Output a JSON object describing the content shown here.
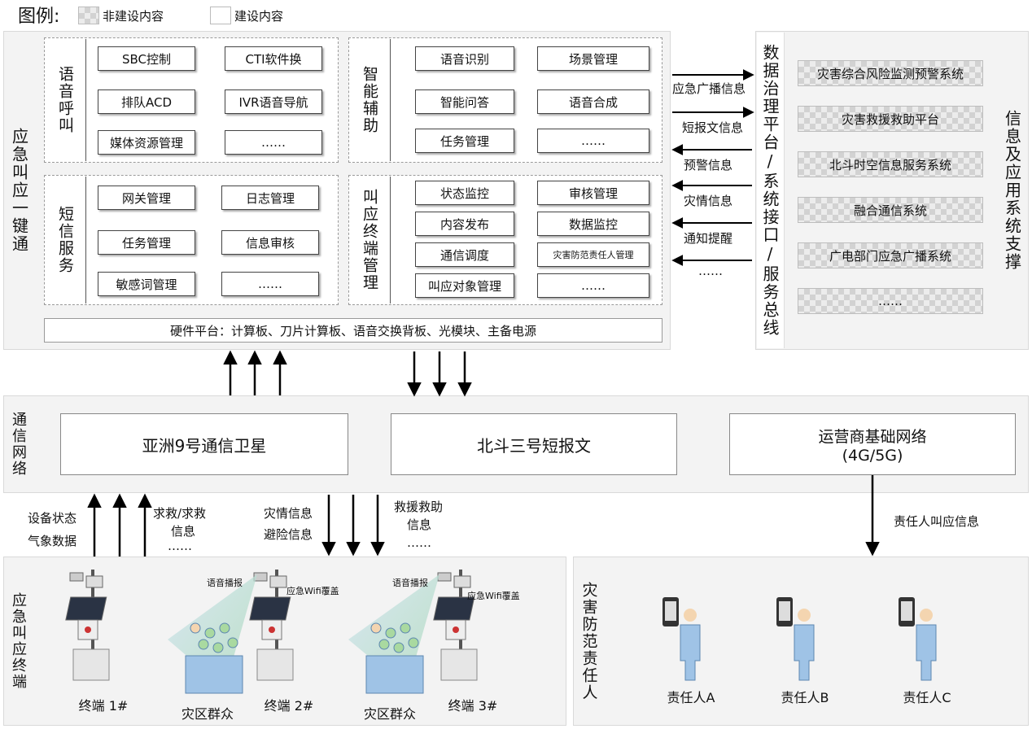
{
  "legend": {
    "title": "图例:",
    "non_build": "非建设内容",
    "build": "建设内容"
  },
  "top_system": {
    "label": "应急叫应一键通",
    "voice": {
      "label": "语音呼叫",
      "items": [
        "SBC控制",
        "CTI软件换",
        "排队ACD",
        "IVR语音导航",
        "媒体资源管理",
        "……"
      ]
    },
    "smart": {
      "label": "智能辅助",
      "items": [
        "语音识别",
        "场景管理",
        "智能问答",
        "语音合成",
        "任务管理",
        "……"
      ]
    },
    "sms": {
      "label": "短信服务",
      "items": [
        "网关管理",
        "日志管理",
        "任务管理",
        "信息审核",
        "敏感词管理",
        "……"
      ]
    },
    "terminal_mgmt": {
      "label": "叫应终端管理",
      "items": [
        "状态监控",
        "审核管理",
        "内容发布",
        "数据监控",
        "通信调度",
        "灾害防范责任人管理",
        "叫应对象管理",
        "……"
      ]
    },
    "hardware": "硬件平台：计算板、刀片计算板、语音交换背板、光模块、主备电源"
  },
  "flows_right": [
    "应急广播信息",
    "短报文信息",
    "预警信息",
    "灾情信息",
    "通知提醒",
    "……"
  ],
  "data_platform": {
    "label": "数据治理平台/系统接口/服务总线"
  },
  "apps": {
    "label": "信息及应用系统支撑",
    "items": [
      "灾害综合风险监测预警系统",
      "灾害救援救助平台",
      "北斗时空信息服务系统",
      "融合通信系统",
      "广电部门应急广播系统",
      "……"
    ]
  },
  "network": {
    "label": "通信网络",
    "satellite": "亚洲9号通信卫星",
    "beidou": "北斗三号短报文",
    "carrier_line1": "运营商基础网络",
    "carrier_line2": "(4G/5G)"
  },
  "up_flows": {
    "line1": "设备状态",
    "line2": "气象数据",
    "line3": "求救/求救",
    "line4": "信息",
    "line5": "……"
  },
  "down_flows": {
    "line1": "灾情信息",
    "line2": "避险信息",
    "line3": "救援救助",
    "line4": "信息",
    "line5": "……"
  },
  "resp_flow": "责任人叫应信息",
  "terminals": {
    "label": "应急叫应终端",
    "voice_broadcast": "语音播报",
    "wifi": "应急Wifi覆盖",
    "t1": "终端 1#",
    "t2": "终端 2#",
    "t3": "终端 3#",
    "crowd": "灾区群众"
  },
  "responsible": {
    "label": "灾害防范责任人",
    "a": "责任人A",
    "b": "责任人B",
    "c": "责任人C"
  },
  "colors": {
    "panel": "#f3f3f3",
    "arrow": "#000000",
    "person": "#9fc3e6",
    "beam": "#b9d8ec",
    "phone": "#333333"
  }
}
